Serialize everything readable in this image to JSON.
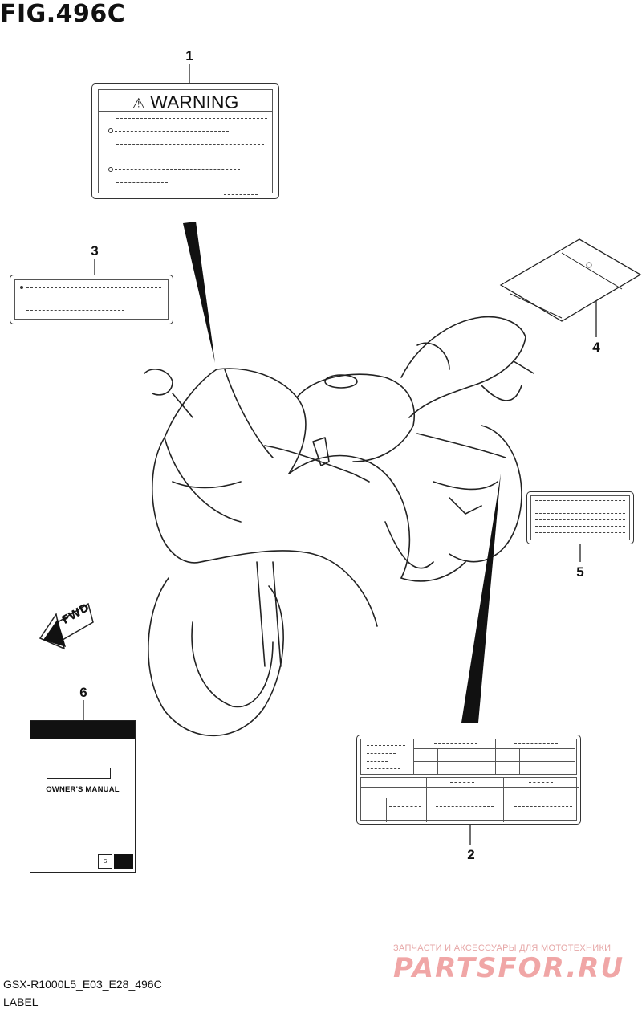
{
  "figure": {
    "title": "FIG.496C"
  },
  "callouts": [
    "1",
    "2",
    "3",
    "4",
    "5",
    "6"
  ],
  "warning_label": {
    "title": "WARNING"
  },
  "fwd_arrow": {
    "text": "FWD"
  },
  "owners_manual": {
    "title": "OWNER'S MANUAL",
    "logo_icon": "suzuki-logo-icon"
  },
  "footer": {
    "code": "GSX-R1000L5_E03_E28_496C",
    "label": "LABEL"
  },
  "watermark": {
    "tagline": "ЗАПЧАСТИ И АКСЕССУАРЫ ДЛЯ МОТОТЕХНИКИ",
    "brand": "PARTSFOR.RU"
  },
  "colors": {
    "line": "#222222",
    "watermark": "#f0a6a6"
  }
}
